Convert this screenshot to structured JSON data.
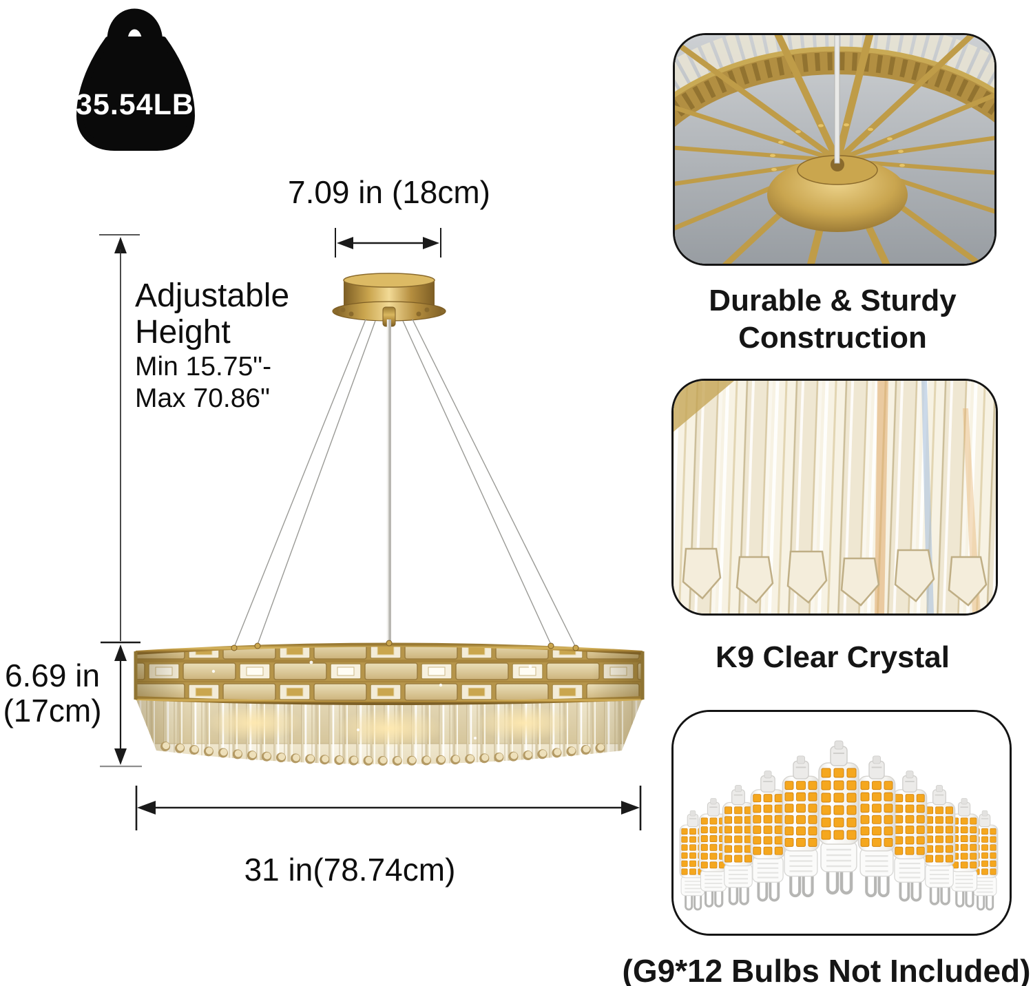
{
  "weight_badge": {
    "value": "35.54LB",
    "icon": "weight-icon"
  },
  "annotations": {
    "canopy_width": "7.09 in (18cm)",
    "adjustable_height": {
      "line1": "Adjustable",
      "line2": "Height",
      "min": "Min 15.75\"-",
      "max": "Max 70.86\""
    },
    "fixture_height": {
      "line1": "6.69 in",
      "line2": "(17cm)"
    },
    "fixture_width": "31 in(78.74cm)"
  },
  "features": {
    "construction": {
      "caption_line1": "Durable & Sturdy",
      "caption_line2": "Construction",
      "photo": "chandelier-frame-underside"
    },
    "crystal": {
      "caption": "K9 Clear Crystal",
      "photo": "crystal-prisms-closeup"
    },
    "bulbs": {
      "caption": "(G9*12 Bulbs Not Included)",
      "photo": "g9-led-bulbs"
    }
  },
  "colors": {
    "gold": "#b28f42",
    "gold_light": "#e8cc82",
    "crystal": "#efe6cf",
    "bulb_led": "#f3a41f",
    "line": "#1a1a1a",
    "background": "#ffffff"
  }
}
